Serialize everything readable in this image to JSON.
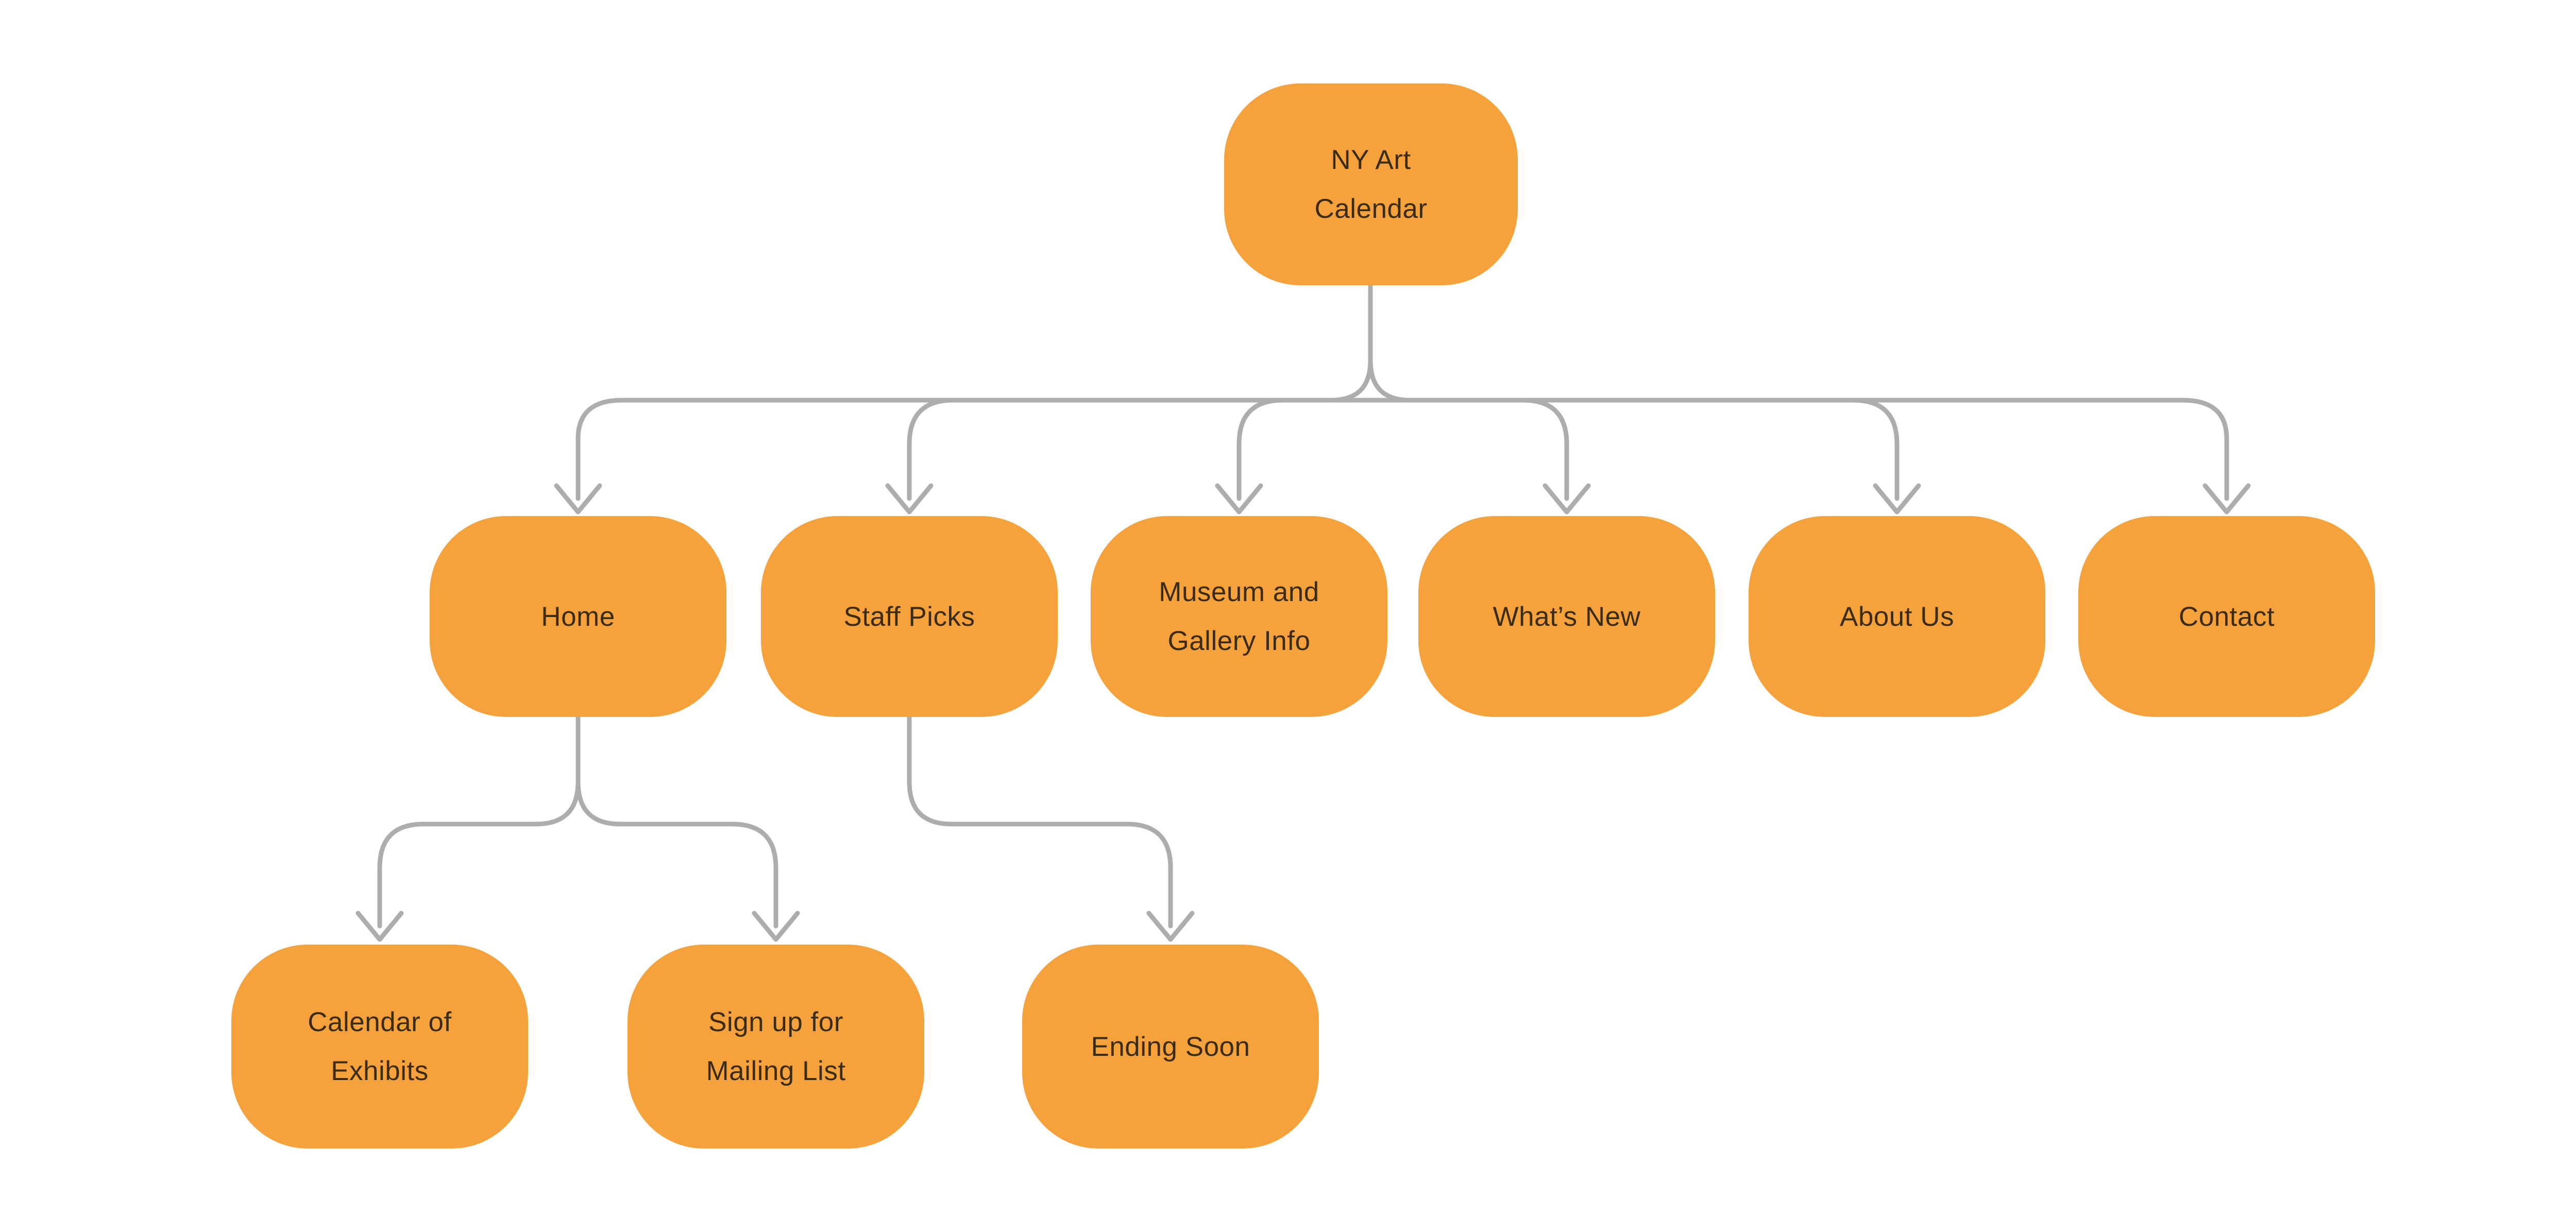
{
  "canvas": {
    "background": "#FFFFFF"
  },
  "palette": {
    "node_fill": "#F6A23C",
    "node_text": "#3B2B10",
    "connector": "#ADADAD"
  },
  "nodes": {
    "root": {
      "label": "NY Art\nCalendar"
    },
    "home": {
      "label": "Home"
    },
    "staff_picks": {
      "label": "Staff Picks"
    },
    "museum_gallery_info": {
      "label": "Museum and\nGallery Info"
    },
    "whats_new": {
      "label": "What’s New"
    },
    "about_us": {
      "label": "About Us"
    },
    "contact": {
      "label": "Contact"
    },
    "calendar_of_exhibits": {
      "label": "Calendar of\nExhibits"
    },
    "mailing_list": {
      "label": "Sign up for\nMailing List"
    },
    "ending_soon": {
      "label": "Ending Soon"
    }
  },
  "edges": [
    {
      "from": "root",
      "to": "home"
    },
    {
      "from": "root",
      "to": "staff_picks"
    },
    {
      "from": "root",
      "to": "museum_gallery_info"
    },
    {
      "from": "root",
      "to": "whats_new"
    },
    {
      "from": "root",
      "to": "about_us"
    },
    {
      "from": "root",
      "to": "contact"
    },
    {
      "from": "home",
      "to": "calendar_of_exhibits"
    },
    {
      "from": "home",
      "to": "mailing_list"
    },
    {
      "from": "staff_picks",
      "to": "ending_soon"
    }
  ]
}
